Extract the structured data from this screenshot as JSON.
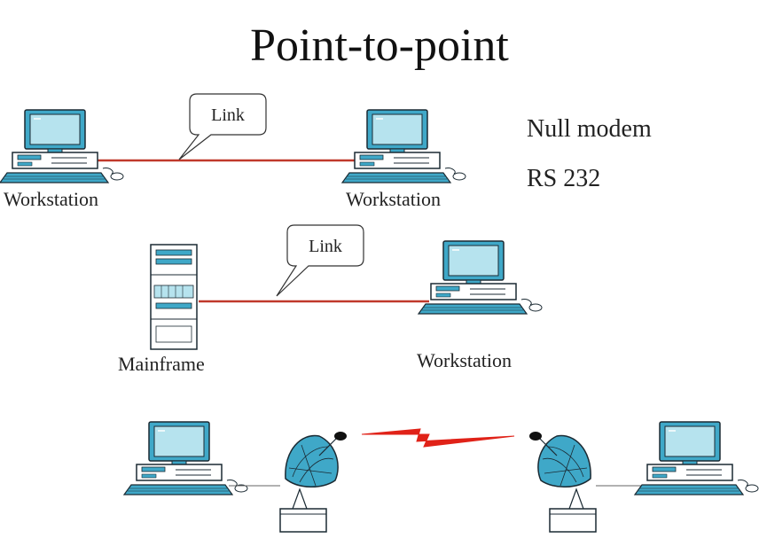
{
  "title": "Point-to-point",
  "notes": [
    "Null modem",
    "RS 232"
  ],
  "link_labels": [
    "Link",
    "Link"
  ],
  "nodes": {
    "top_left": "Workstation",
    "top_right": "Workstation",
    "mainframe": "Mainframe",
    "middle_right": "Workstation"
  },
  "colors": {
    "device_fill": "#3fa8c8",
    "device_light": "#b6e3ee",
    "outline": "#1b2a33",
    "link_line": "#c0392b",
    "wireless": "#e02218"
  },
  "icons": [
    "workstation-icon",
    "mainframe-icon",
    "satellite-dish-icon",
    "lightning-bolt-icon"
  ]
}
